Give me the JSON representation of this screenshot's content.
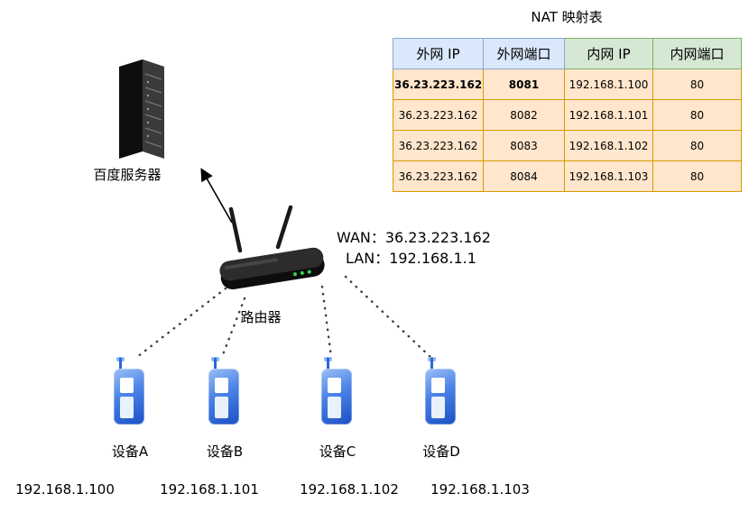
{
  "diagram_title": "NAT 映射表",
  "server": {
    "label": "百度服务器"
  },
  "router": {
    "label": "路由器",
    "wan_line": "WAN：36.23.223.162",
    "lan_line": "LAN：192.168.1.1"
  },
  "nat_table": {
    "title": "NAT 映射表",
    "headers": [
      "外网 IP",
      "外网端口",
      "内网 IP",
      "内网端口"
    ],
    "rows": [
      [
        "36.23.223.162",
        "8081",
        "192.168.1.100",
        "80"
      ],
      [
        "36.23.223.162",
        "8082",
        "192.168.1.101",
        "80"
      ],
      [
        "36.23.223.162",
        "8083",
        "192.168.1.102",
        "80"
      ],
      [
        "36.23.223.162",
        "8084",
        "192.168.1.103",
        "80"
      ]
    ]
  },
  "devices": [
    {
      "label": "设备A",
      "ip": "192.168.1.100"
    },
    {
      "label": "设备B",
      "ip": "192.168.1.101"
    },
    {
      "label": "设备C",
      "ip": "192.168.1.102"
    },
    {
      "label": "设备D",
      "ip": "192.168.1.103"
    }
  ],
  "icons": {
    "server": "server-tower-icon",
    "router": "wireless-router-icon",
    "device": "mobile-phone-icon"
  },
  "colors": {
    "header_blue_bg": "#dae8fc",
    "header_green_bg": "#d5e8d4",
    "row_orange_bg": "#ffe6cc",
    "row_orange_border": "#d79b00",
    "phone_blue": "#2a66d9"
  }
}
